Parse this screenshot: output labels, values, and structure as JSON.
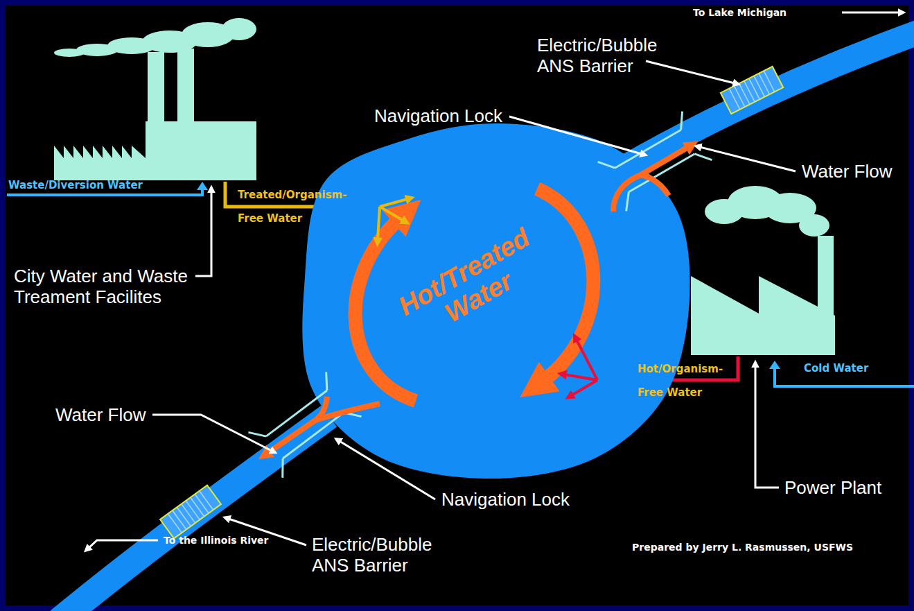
{
  "diagram": {
    "nodes": [
      {
        "text": [
          "Hot/Treated Water"
        ]
      }
    ],
    "labels": [
      "To Lake Michigan",
      "Electric/Bubble ANS Barrier",
      "Navigation Lock",
      "Water Flow",
      "Waste/Diversion Water",
      "Treated/Organism-Free Water",
      "City Water and Waste Treament Facilites",
      "Cold Water",
      "Hot/Organism-Free Water",
      "Water Flow",
      "Power Plant",
      "Navigation Lock",
      "Electric/Bubble ANS Barrier",
      "To the Illinois River",
      "Prepared by Jerry L. Rasmussen, USFWS"
    ]
  }
}
